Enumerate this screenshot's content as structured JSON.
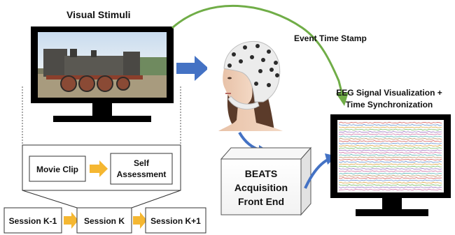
{
  "labels": {
    "visual_stimuli": "Visual Stimuli",
    "event_time_stamp": "Event Time Stamp",
    "eeg_title_line1": "EEG Signal Visualization +",
    "eeg_title_line2": "Time Synchronization"
  },
  "flow": {
    "movie_clip": "Movie Clip",
    "self_assessment_line1": "Self",
    "self_assessment_line2": "Assessment"
  },
  "sessions": {
    "prev": "Session K-1",
    "current": "Session K",
    "next": "Session K+1"
  },
  "front_end": {
    "line1": "BEATS",
    "line2": "Acquisition",
    "line3": "Front End"
  },
  "colors": {
    "arrow_blue": "#4472c4",
    "arrow_green": "#70ad47",
    "arrow_orange": "#f5b731"
  }
}
